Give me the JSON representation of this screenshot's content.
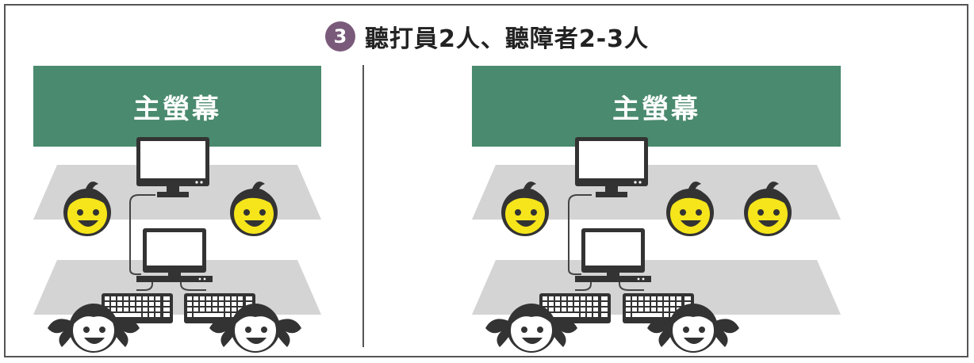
{
  "title": {
    "step_number": "3",
    "text": "聽打員2人、聽障者2-3人"
  },
  "panels": [
    {
      "screen_label": "主螢幕"
    },
    {
      "screen_label": "主螢幕"
    }
  ],
  "colors": {
    "screen_green": "#4a8a6e",
    "badge_purple": "#7a5a7a",
    "table_gray": "#d4d4d4",
    "face_yellow": "#f5e51a",
    "outline_dark": "#333333"
  },
  "icons": [
    "monitor-icon",
    "laptop-icon",
    "keyboard-icon",
    "typist-face-icon",
    "deaf-person-face-icon"
  ]
}
